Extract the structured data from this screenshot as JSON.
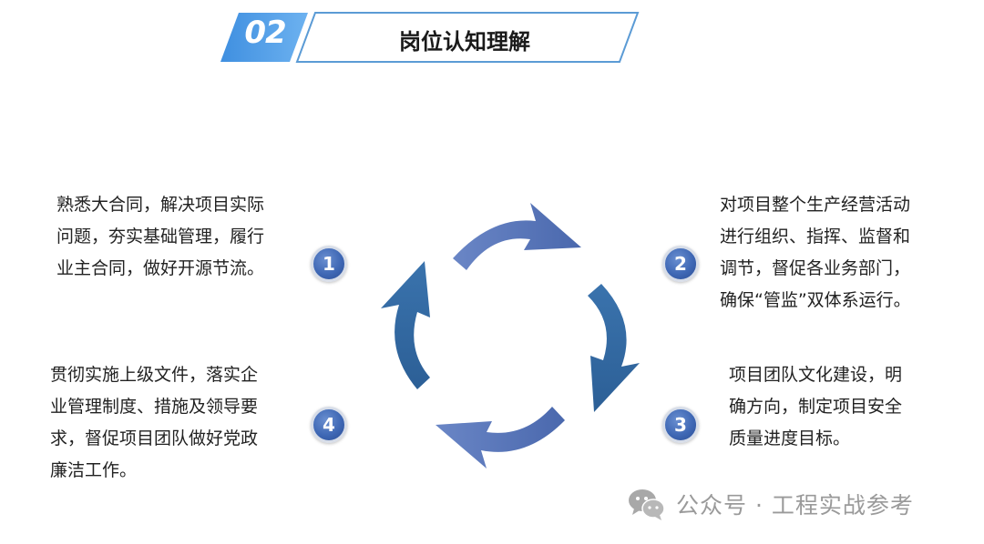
{
  "header": {
    "number": "02",
    "title": "岗位认知理解"
  },
  "items": [
    {
      "badge": "1",
      "lines": [
        "熟悉大合同，解决项目实际",
        "问题，夯实基础管理，履行",
        "业主合同，做好开源节流。"
      ]
    },
    {
      "badge": "2",
      "lines": [
        "对项目整个生产经营活动",
        "进行组织、指挥、监督和",
        "调节，督促各业务部门，",
        "确保“管监”双体系运行。"
      ]
    },
    {
      "badge": "3",
      "lines": [
        "项目团队文化建设，明",
        "确方向，制定项目安全",
        "质量进度目标。"
      ]
    },
    {
      "badge": "4",
      "lines": [
        "贯彻实施上级文件，落实企",
        "业管理制度、措施及领导要",
        "求，督促项目团队做好党政",
        "廉洁工作。"
      ]
    }
  ],
  "watermark": {
    "icon": "wechat-icon",
    "text": "公众号 · 工程实战参考"
  },
  "colors": {
    "accent": "#5b9bd5",
    "arrow_light": "#5a79b8",
    "arrow_dark": "#2f5d95"
  }
}
